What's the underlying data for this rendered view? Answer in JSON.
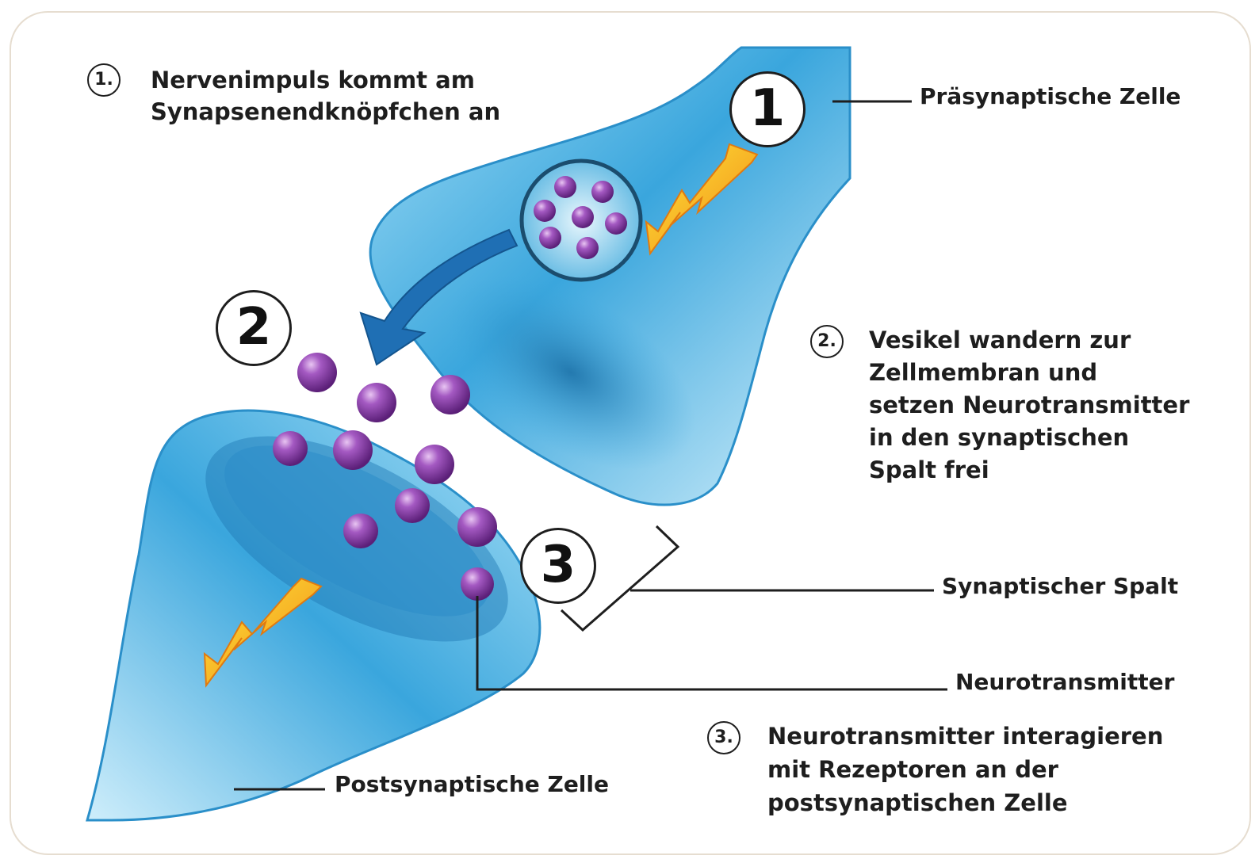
{
  "steps": [
    {
      "num": "1.",
      "lines": [
        "Nervenimpuls kommt am",
        "Synapsenendknöpfchen an"
      ]
    },
    {
      "num": "2.",
      "lines": [
        "Vesikel wandern zur",
        "Zellmembran und",
        "setzen Neurotransmitter",
        "in den synaptischen",
        "Spalt frei"
      ]
    },
    {
      "num": "3.",
      "lines": [
        "Neurotransmitter interagieren",
        "mit Rezeptoren an der",
        "postsynaptischen Zelle"
      ]
    }
  ],
  "markers": [
    "1",
    "2",
    "3"
  ],
  "labels": {
    "presynaptic": "Präsynaptische Zelle",
    "cleft": "Synaptischer Spalt",
    "neurotransmitter": "Neurotransmitter",
    "postsynaptic": "Postsynaptische Zelle"
  },
  "colors": {
    "cell_blue": "#3aa6dd",
    "cell_light": "#bfe6f7",
    "vesicle_purple": "#8a3fa8",
    "arrow_blue": "#1f6fb4",
    "impulse_orange": "#f39a1e",
    "impulse_yellow": "#ffd82a"
  },
  "icons": [
    "impulse-bolt-icon",
    "curved-arrow-icon",
    "vesicle-icon"
  ]
}
